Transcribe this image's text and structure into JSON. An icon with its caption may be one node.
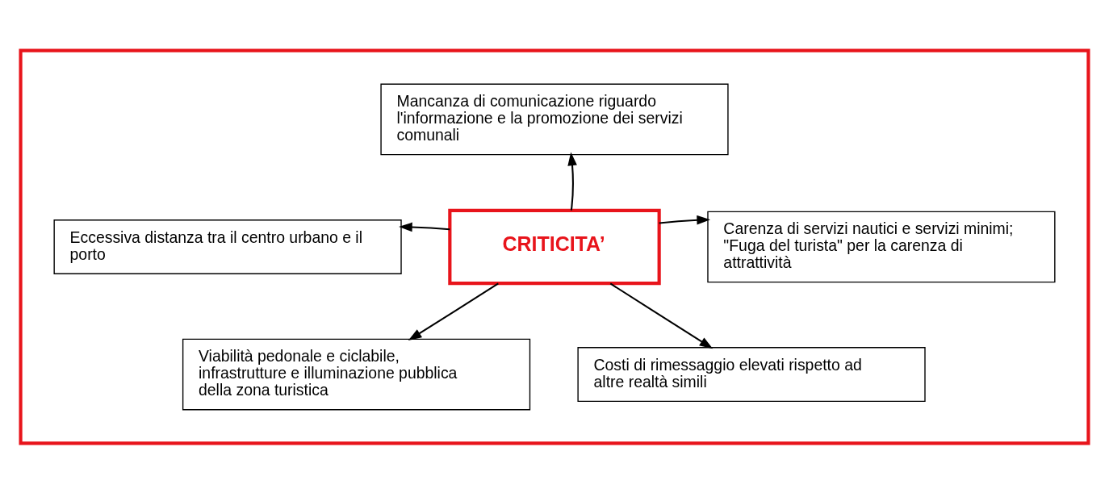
{
  "diagram": {
    "nodes": [
      {
        "text": [],
        "shape": "box"
      },
      {
        "text": [
          "Mancanza di comunicazione riguardo l'informazione e la promozione dei servizi comunali"
        ],
        "in": 0
      },
      {
        "text": [
          "Eccessiva distanza tra il centro urbano e il porto"
        ],
        "in": 0
      },
      {
        "text": [
          "CRITICITA’"
        ],
        "in": 0
      },
      {
        "text": [
          "Carenza di servizi nautici e servizi minimi; \"Fuga del turista\" per la carenza di attrattività"
        ],
        "in": 0
      },
      {
        "text": [
          "Viabilità pedonale e ciclabile, infrastrutture e illuminazione pubblica della zona turistica"
        ],
        "in": 0
      },
      {
        "text": [
          "Costi di rimessaggio elevati rispetto ad altre realtà simili"
        ],
        "in": 0
      }
    ],
    "edges": [
      {
        "from": 3,
        "to": 1,
        "arrow": "to"
      },
      {
        "from": 3,
        "to": 2,
        "arrow": "to"
      },
      {
        "from": 3,
        "to": 4,
        "arrow": "to"
      },
      {
        "from": 3,
        "to": 5,
        "arrow": "to"
      },
      {
        "from": 3,
        "to": 6,
        "arrow": "to"
      }
    ]
  }
}
